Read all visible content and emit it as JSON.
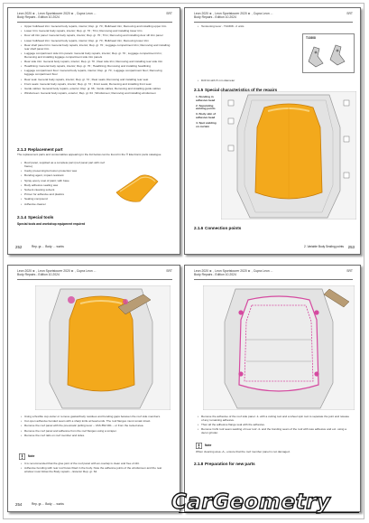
{
  "pages": [
    {
      "header": "Leon 2020 ► , Leon Sportstourer 2020 ► , Cupra Leon ...\nBody Repairs - Edition 10.2024",
      "header_code": "SRT",
      "bullets_top": [
        "Upper bulkhead trim: General body repairs, interior; Rep. gr. 70 ; Bulkhead trim; Removing and installing upper trim",
        "Lower trim: General body repairs, interior; Rep. gr. 70 ; Trim; Removing and installing lower trim",
        "Door sill trim panel: General body repairs, interior; Rep. gr. 70 ; Trim; Removing and installing door sill trim panel",
        "Lower bulkhead trim: General body repairs, interior; Rep. gr. 70 ; Bulkhead trim; Removing lower trim",
        "Rear shelf panel trim: General body repairs, interior; Rep. gr. 70 ; Luggage compartment trim; Removing and installing rear shelf panel trim",
        "Luggage compartment side trim panels: General body repairs, interior; Rep. gr. 70 ; Luggage compartment trim; Removing and installing luggage compartment side trim panels",
        "Rear side trim: General body repairs, interior; Rep. gr. 70 ; Rear side trim; Removing and installing rear side trim",
        "Headlining: General body repairs, interior; Rep. gr. 70 ; Headlining; Removing and installing headlining",
        "Luggage compartment floor: General body repairs, interior; Rep. gr. 70 ; Luggage compartment floor; Removing luggage compartment floor",
        "Rear seat: General body repairs, interior; Rep. gr. 72 ; Rear seats; Removing and installing rear seat",
        "Front seats: General body repairs, interior; Rep. gr. 72 ; Front seats; Removing and installing front seat",
        "Guide cables: General body repairs, exterior; Rep. gr. 66 ; Guide cables; Removing and installing guide cables",
        "Windscreen: General body repairs, exterior; Rep. gr. 64 ; Windscreen; Removing and installing windscreen"
      ],
      "section_num": "2.1.3",
      "section_title": "Replacement part",
      "section_body": "The replacement parts and consumables appearing in the list below can be found in the ® Electronic parts catalogue",
      "bullets_parts": [
        "Roof panel, supplied as a complete part (roof panel part with roof frame)",
        "Cavity preserving/corrosion protection wax",
        "Bonding agent, impact-resistant",
        "Spray epoxy coat of paint; with base",
        "Body adhesive sealing wax",
        "Solvent cleaning solvent",
        "Primer for adhesive and plastics",
        "Sealing compound",
        "Adhesive cleaner"
      ],
      "tools_num": "2.1.4",
      "tools_title": "Special tools",
      "tools_sub": "Special tools and workshop equipment required",
      "footer": "252",
      "footer_text": "Rep. gr.… Body … works"
    },
    {
      "header": "Leon 2020 ► , Leon Sportstourer 2020 ► , Cupra Leon ...\nBody Repairs - Edition 10.2024",
      "header_code": "SRT",
      "tool_item": "Tensioning lever - T10308 - 2 units",
      "tool_code": "T10308",
      "bullets_b": [
        "Drill bit with 8 mm diameter"
      ],
      "section_num": "2.1.5",
      "section_title": "Special characteristics of the repairs",
      "steps": [
        "1. Bonding in adhesive bead",
        "2. Separating welding points",
        "3. Body skin of adhesive bead",
        "4. Spot welding on curtain"
      ],
      "section2_num": "2.1.6",
      "section2_title": "Connection points",
      "footer": "253",
      "footer_text": "2. Variable Body Sealing points"
    },
    {
      "header": "Leon 2020 ► , Leon Sportstourer 2020 ► , Cupra Leon ...\nBody Repairs - Edition 10.2024",
      "header_code": "SRT",
      "bullets": [
        "Using a flexible cup-cutter or remove gasket/body residues and bonding gaps between the roof side members.",
        "Cut open adhesive bonded seam with a sharp knife at bead ends. The roof flanges must remain intact.",
        "Remove the roof panel with the pneumatic pulling lever – VAS 852 001 – or from the tooled area.",
        "Remove the roof panel and adhesive from the roof flanges using a scraper.",
        "Remove the roof rails on roof member and sides."
      ],
      "note_label": "Note",
      "note_items": [
        "It is recommended that the glue joint of the roof panel with an overlap is clean and free of dirt.",
        "Adhesive bonding with rear roof bows fitted in the body. Note the adhesive joints of the windscreen and the rear window must follow the Body repairs – Exterior Rep. gr. 64."
      ],
      "footer": "254",
      "footer_text": "Rep. gr.… Body … works"
    },
    {
      "header": "Leon 2020 ► , Leon Sportstourer 2020 ► , Cupra Leon ...\nBody Repairs - Edition 10.2024",
      "header_code": "SRT",
      "bullets": [
        "Remove the adhesive of the roof side panel -1- with a cutting tool and a wheel spin tool to separate the joint and release of any remaining adhesive.",
        "Then all the adhesive flange seal with the adhesive.",
        "Remove CuSi roof seam-welding of new roof -4- and the bonding seam of the roof with wax adhesive and ext. using a decor grinder."
      ],
      "note_label": "Note",
      "note_text": "When cleaning area -A-, ensure that the roof member panel is not damaged.",
      "section_num": "2.1.8",
      "section_title": "Preparation for new parts",
      "footer": "",
      "footer_text": ""
    }
  ],
  "logo": "CarGeometry",
  "colors": {
    "roof_orange": "#f3a91c",
    "roof_highlight": "#f8d27a",
    "marker_magenta": "#d54aa0",
    "page_border": "#6a6a6a",
    "text": "#333333"
  }
}
